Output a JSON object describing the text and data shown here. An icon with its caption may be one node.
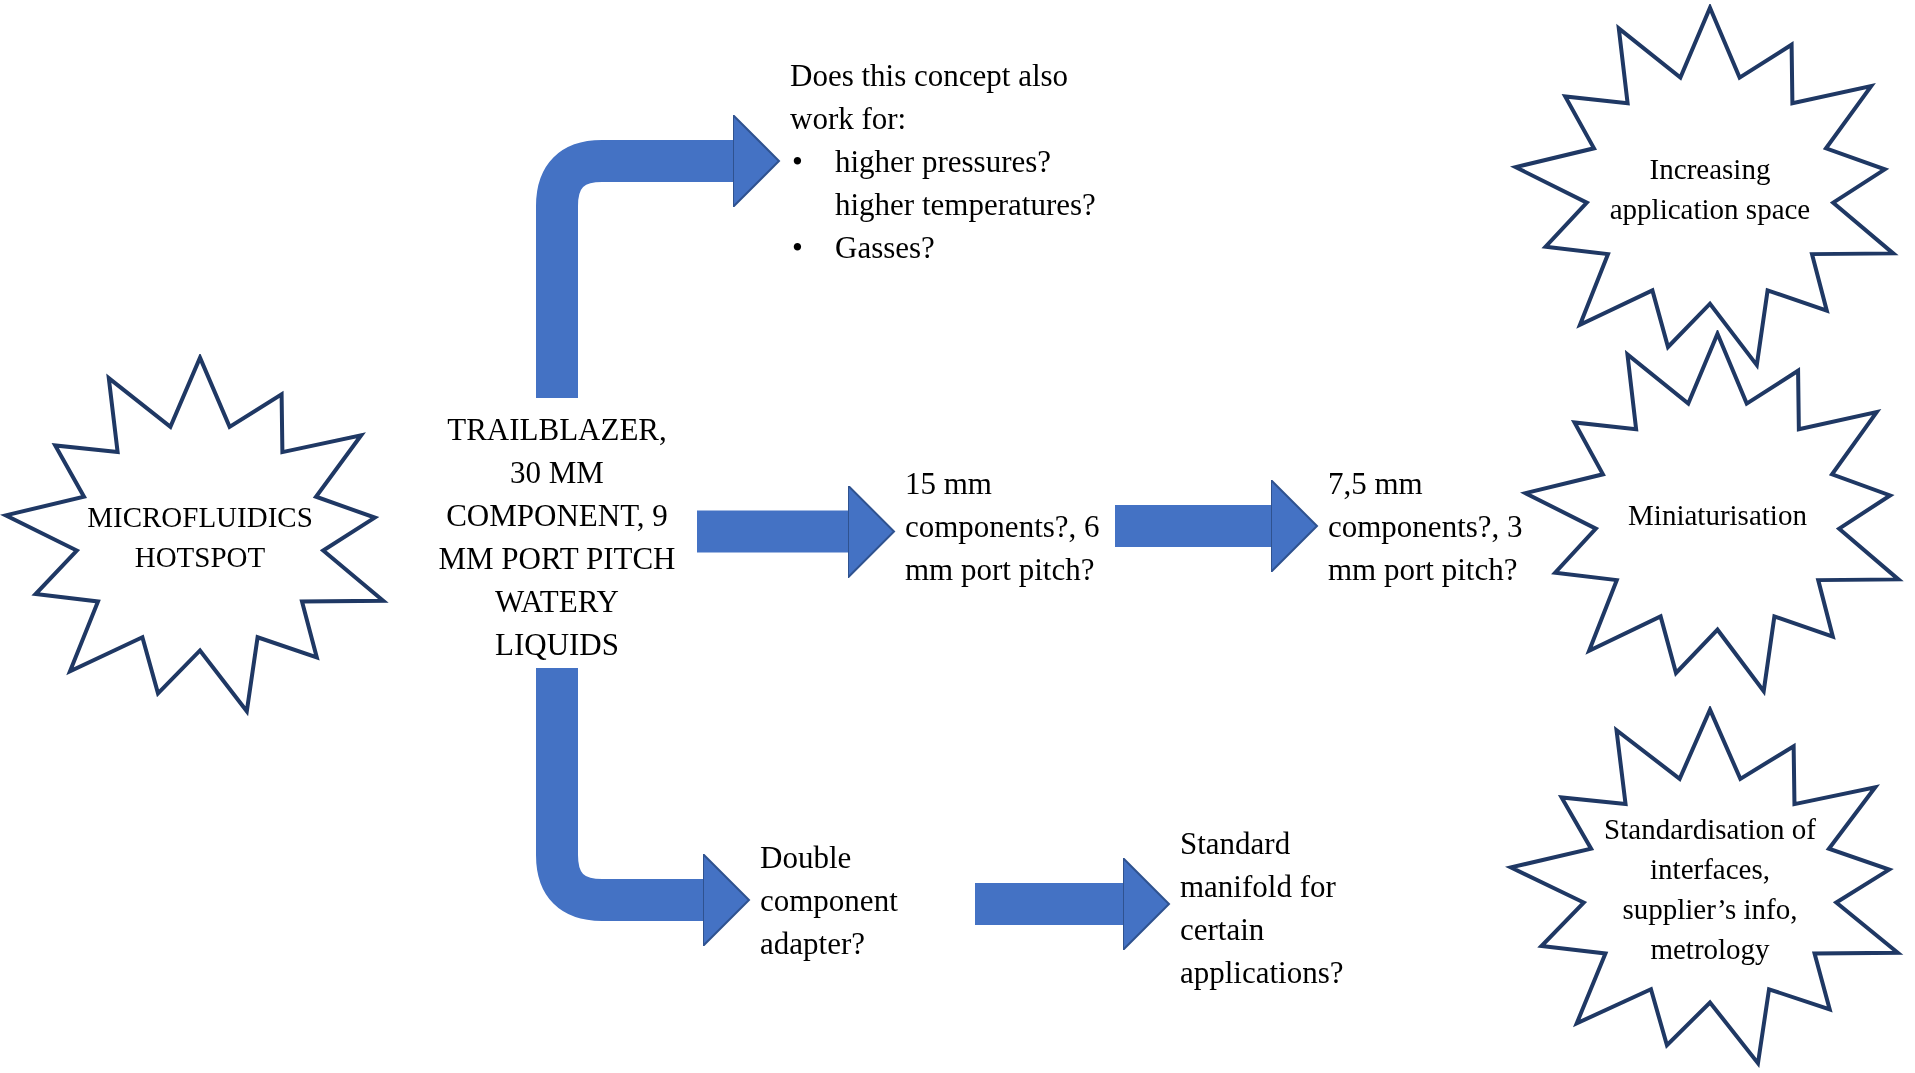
{
  "diagram": {
    "nodes": [
      {
        "text": [
          "MICROFLUIDICS HOTSPOT"
        ]
      },
      {
        "text": [
          "TRAILBLAZER, 30 MM COMPONENT, 9 MM PORT PITCH WATERY LIQUIDS"
        ]
      },
      {
        "text": [
          "Does this concept also work for:",
          "•",
          "higher pressures? higher temperatures?",
          "•",
          "Gasses?"
        ]
      },
      {
        "text": [
          "15 mm components?, 6 mm port pitch?"
        ]
      },
      {
        "text": [
          "7,5 mm components?, 3 mm port pitch?"
        ]
      },
      {
        "text": [
          "Double component adapter?"
        ]
      },
      {
        "text": [
          "Standard manifold for certain applications?"
        ]
      },
      {
        "text": [
          "Increasing application space"
        ]
      },
      {
        "text": [
          "Miniaturisation"
        ]
      },
      {
        "text": [
          "Standardisation of interfaces, supplier’s info, metrology"
        ]
      }
    ],
    "edges": [
      {
        "from": 1,
        "to": 2,
        "arrow": "to"
      },
      {
        "from": 1,
        "to": 3,
        "arrow": "to"
      },
      {
        "from": 3,
        "to": 4,
        "arrow": "to"
      },
      {
        "from": 1,
        "to": 5,
        "arrow": "to"
      },
      {
        "from": 5,
        "to": 6,
        "arrow": "to"
      }
    ]
  }
}
